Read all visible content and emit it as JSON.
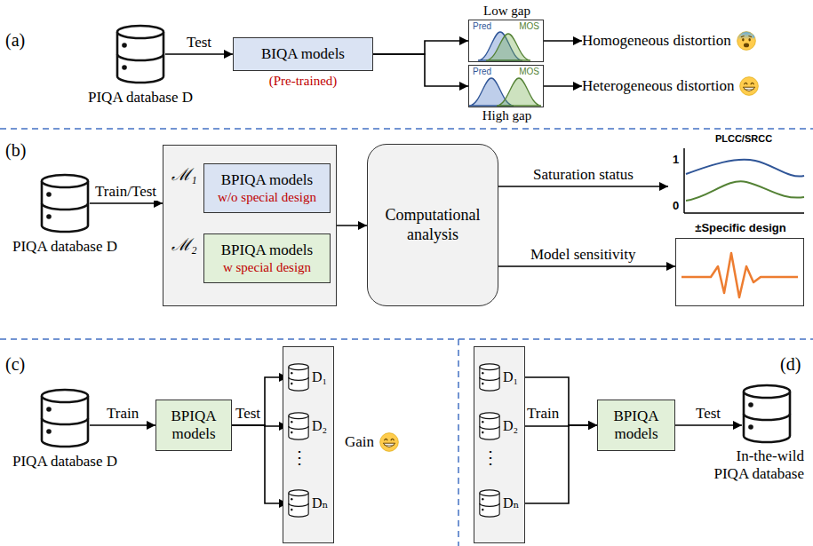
{
  "diagram": {
    "nodes": [
      {
        "text": [
          "PIQA database D"
        ]
      },
      {
        "text": [
          "BIQA models",
          "(Pre-trained)"
        ]
      },
      {
        "text": [
          "Low gap",
          "Pred",
          "MOS"
        ]
      },
      {
        "text": [
          "Pred",
          "MOS",
          "High gap"
        ]
      },
      {
        "text": [
          "Homogeneous distortion"
        ]
      },
      {
        "text": [
          "Heterogeneous distortion"
        ]
      },
      {
        "text": [
          "PIQA database D"
        ]
      },
      {
        "text": [
          "ℳ₁",
          "ℳ₂"
        ]
      },
      {
        "text": [
          "BPIQA models",
          "w/o special design"
        ],
        "in": 7
      },
      {
        "text": [
          "BPIQA models",
          "w special design"
        ],
        "in": 7
      },
      {
        "text": [
          "Computational analysis"
        ]
      },
      {
        "text": [
          "PLCC/SRCC",
          "1",
          "0"
        ]
      },
      {
        "text": [
          "±Specific design"
        ]
      },
      {
        "text": [
          "PIQA database D"
        ]
      },
      {
        "text": [
          "BPIQA models"
        ]
      },
      {
        "text": [
          "⋮"
        ]
      },
      {
        "text": [
          "D₁"
        ],
        "in": 15
      },
      {
        "text": [
          "D₂"
        ],
        "in": 15
      },
      {
        "text": [
          "Dₙ"
        ],
        "in": 15
      },
      {
        "text": [
          "⋮"
        ]
      },
      {
        "text": [
          "D₁"
        ],
        "in": 19
      },
      {
        "text": [
          "D₂"
        ],
        "in": 19
      },
      {
        "text": [
          "Dₙ"
        ],
        "in": 19
      },
      {
        "text": [
          "BPIQA models"
        ]
      },
      {
        "text": [
          "In-the-wild PIQA database"
        ]
      }
    ],
    "edges": [
      {
        "from": 0,
        "to": 1,
        "arrow": "to",
        "label": "Test"
      },
      {
        "from": 1,
        "to": 2,
        "arrow": "to"
      },
      {
        "from": 1,
        "to": 3,
        "arrow": "to"
      },
      {
        "from": 2,
        "to": 4,
        "arrow": "to"
      },
      {
        "from": 3,
        "to": 5,
        "arrow": "to"
      },
      {
        "from": 6,
        "to": 7,
        "arrow": "to",
        "label": "Train/Test"
      },
      {
        "from": 7,
        "to": 10,
        "arrow": "to"
      },
      {
        "from": 10,
        "to": 11,
        "arrow": "to",
        "label": "Saturation status"
      },
      {
        "from": 10,
        "to": 12,
        "arrow": "to",
        "label": "Model sensitivity"
      },
      {
        "from": 13,
        "to": 14,
        "arrow": "to",
        "label": "Train"
      },
      {
        "from": 14,
        "to": 16,
        "arrow": "to",
        "label": "Test"
      },
      {
        "from": 14,
        "to": 17,
        "arrow": "to"
      },
      {
        "from": 14,
        "to": 18,
        "arrow": "to"
      },
      {
        "from": 20,
        "to": 23,
        "arrow": "to",
        "label": "Train"
      },
      {
        "from": 21,
        "to": 23,
        "arrow": "to"
      },
      {
        "from": 22,
        "to": 23,
        "arrow": "to"
      },
      {
        "from": 23,
        "to": 24,
        "arrow": "to",
        "label": "Test"
      }
    ],
    "labels": [
      "(a)",
      "(b)",
      "(c)",
      "(d)",
      "Gain"
    ]
  }
}
